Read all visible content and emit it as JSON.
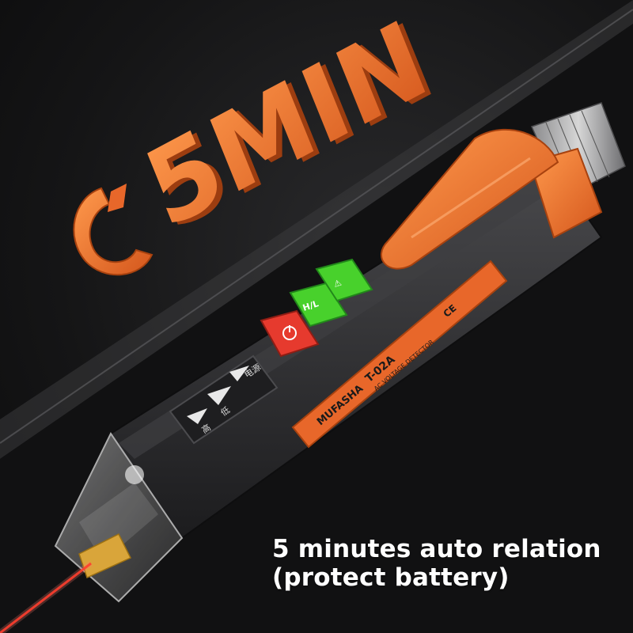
{
  "hero": {
    "timer_text": "5MIN"
  },
  "device": {
    "brand_label": "MUFASHA",
    "model_label": "T-02A",
    "subtitle_label": "AC VOLTAGE DETECTOR",
    "marks_label": "CE",
    "buttons": [
      {
        "name": "power",
        "label": "",
        "color": "#e63a2e"
      },
      {
        "name": "high-low",
        "label": "H/L",
        "color": "#48d12c"
      },
      {
        "name": "mode",
        "label": "",
        "color": "#48d12c"
      }
    ],
    "indicator_labels": [
      "高",
      "低",
      "电源"
    ]
  },
  "caption": {
    "line1": "5 minutes auto relation",
    "line2": "(protect battery)"
  },
  "colors": {
    "accent_orange": "#f0752a",
    "body_dark": "#2b2b2d",
    "green_button": "#48d12c",
    "red_button": "#e63a2e",
    "caption_text": "#ffffff"
  }
}
